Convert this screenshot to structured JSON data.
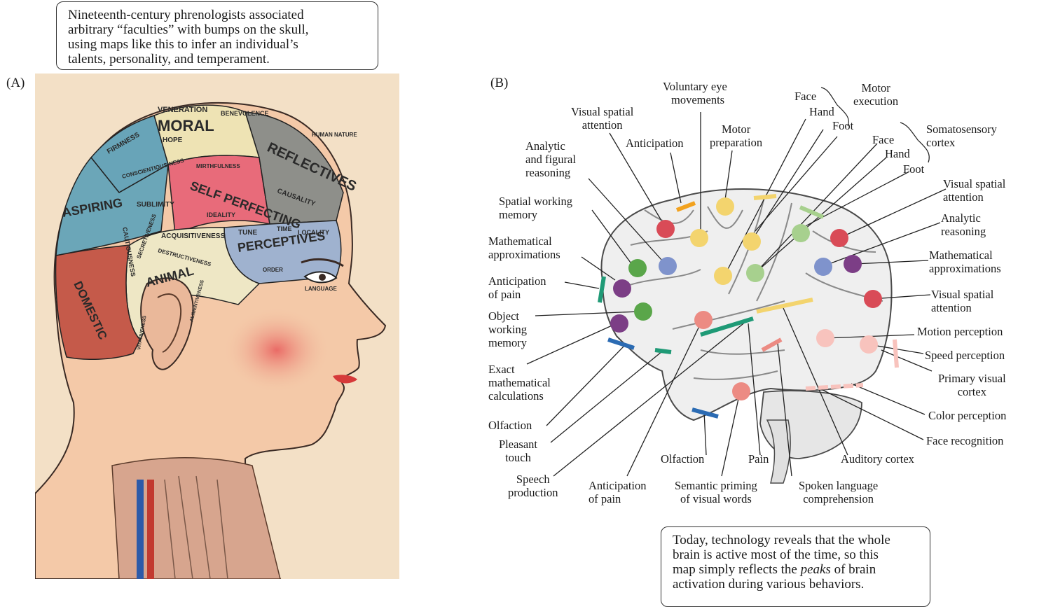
{
  "panel_a": {
    "label": "(A)",
    "callout_lines": [
      "Nineteenth-century phrenologists associated",
      "arbitrary “faculties” with bumps on the skull,",
      "using maps like this to infer an individual’s",
      "talents, personality, and temperament."
    ],
    "faculties": [
      "VENERATION",
      "BENEVOLENCE",
      "MORAL",
      "HOPE",
      "FIRMNESS",
      "CONSCIENTIOUS-NESS",
      "SUBLIMITY",
      "SELF PERFECTING",
      "MIRTHFULNESS",
      "IDEALITY",
      "REFLECTIVES",
      "HUMAN NATURE",
      "CAUSALITY",
      "ASPIRING",
      "ACQUISITIVENESS",
      "DESTRUCTIVENESS",
      "PERCEPTIVES",
      "LOCALITY",
      "TIME",
      "TUNE",
      "ORDER",
      "LANGUAGE",
      "DOMESTIC",
      "CAUTIOUSNESS",
      "SECRETIVENESS",
      "ALIMENTIVENESS",
      "VITATIVENESS",
      "ANIMAL"
    ]
  },
  "panel_b": {
    "label": "(B)",
    "callout_lines": [
      "Today, technology reveals that the whole",
      "brain is active most of the time, so this",
      "map simply reflects the ",
      "peaks",
      " of brain",
      "activation during various behaviors."
    ],
    "labels": {
      "voluntary_eye": [
        "Voluntary eye",
        "movements"
      ],
      "visual_spatial_top": [
        "Visual spatial",
        "attention"
      ],
      "anticipation": "Anticipation",
      "motor_prep": [
        "Motor",
        "preparation"
      ],
      "analytic_figural": [
        "Analytic",
        "and figural",
        "reasoning"
      ],
      "spatial_wm": [
        "Spatial working",
        "memory"
      ],
      "math_approx_l": [
        "Mathematical",
        "approximations"
      ],
      "antic_pain_l": [
        "Anticipation",
        "of pain"
      ],
      "object_wm": [
        "Object",
        "working",
        "memory"
      ],
      "exact_math": [
        "Exact",
        "mathematical",
        "calculations"
      ],
      "olfaction_l": "Olfaction",
      "pleasant_touch": [
        "Pleasant",
        "touch"
      ],
      "speech_prod": [
        "Speech",
        "production"
      ],
      "antic_pain_b": [
        "Anticipation",
        "of pain"
      ],
      "olfaction_b": "Olfaction",
      "semantic": [
        "Semantic priming",
        "of visual words"
      ],
      "pain": "Pain",
      "spoken": [
        "Spoken language",
        "comprehension"
      ],
      "auditory": "Auditory cortex",
      "face_motor": "Face",
      "hand_motor": "Hand",
      "foot_motor": "Foot",
      "motor_exec": [
        "Motor",
        "execution"
      ],
      "face_som": "Face",
      "hand_som": "Hand",
      "foot_som": "Foot",
      "somatosensory": [
        "Somatosensory",
        "cortex"
      ],
      "visual_spatial_r1": [
        "Visual spatial",
        "attention"
      ],
      "analytic_r": [
        "Analytic",
        "reasoning"
      ],
      "math_approx_r": [
        "Mathematical",
        "approximations"
      ],
      "visual_spatial_r2": [
        "Visual spatial",
        "attention"
      ],
      "motion": "Motion perception",
      "speed": "Speed perception",
      "primary_visual": [
        "Primary visual",
        "cortex"
      ],
      "color": "Color perception",
      "face_recog": "Face recognition"
    }
  },
  "colors": {
    "red": "#d94b57",
    "purple": "#7c3e86",
    "green": "#5aa64a",
    "blue": "#7f93cc",
    "yellow": "#f3d46e",
    "light_green": "#a7d08e",
    "pink": "#f1a6a1",
    "salmon": "#ec8b83",
    "orange": "#f2a21f",
    "teal": "#1f9a76",
    "navy": "#2b6bb3"
  }
}
